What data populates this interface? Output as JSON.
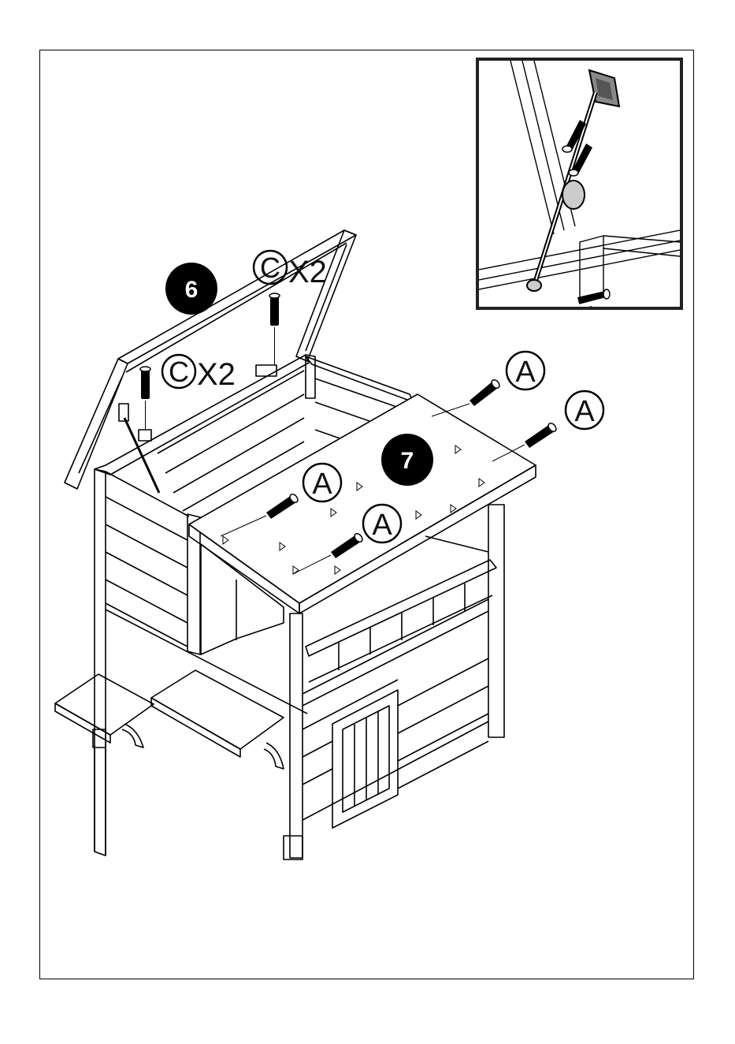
{
  "steps": {
    "step6": {
      "number": "6"
    },
    "step7": {
      "number": "7"
    }
  },
  "callouts": {
    "part_c_top": {
      "letter": "C",
      "qty": "X2"
    },
    "part_c_left": {
      "letter": "C",
      "qty": "X2"
    },
    "part_a_1": {
      "letter": "A"
    },
    "part_a_2": {
      "letter": "A"
    },
    "part_a_3": {
      "letter": "A"
    },
    "part_a_4": {
      "letter": "A"
    }
  },
  "colors": {
    "line": "#000000",
    "background": "#ffffff",
    "inset_border": "#222222"
  }
}
